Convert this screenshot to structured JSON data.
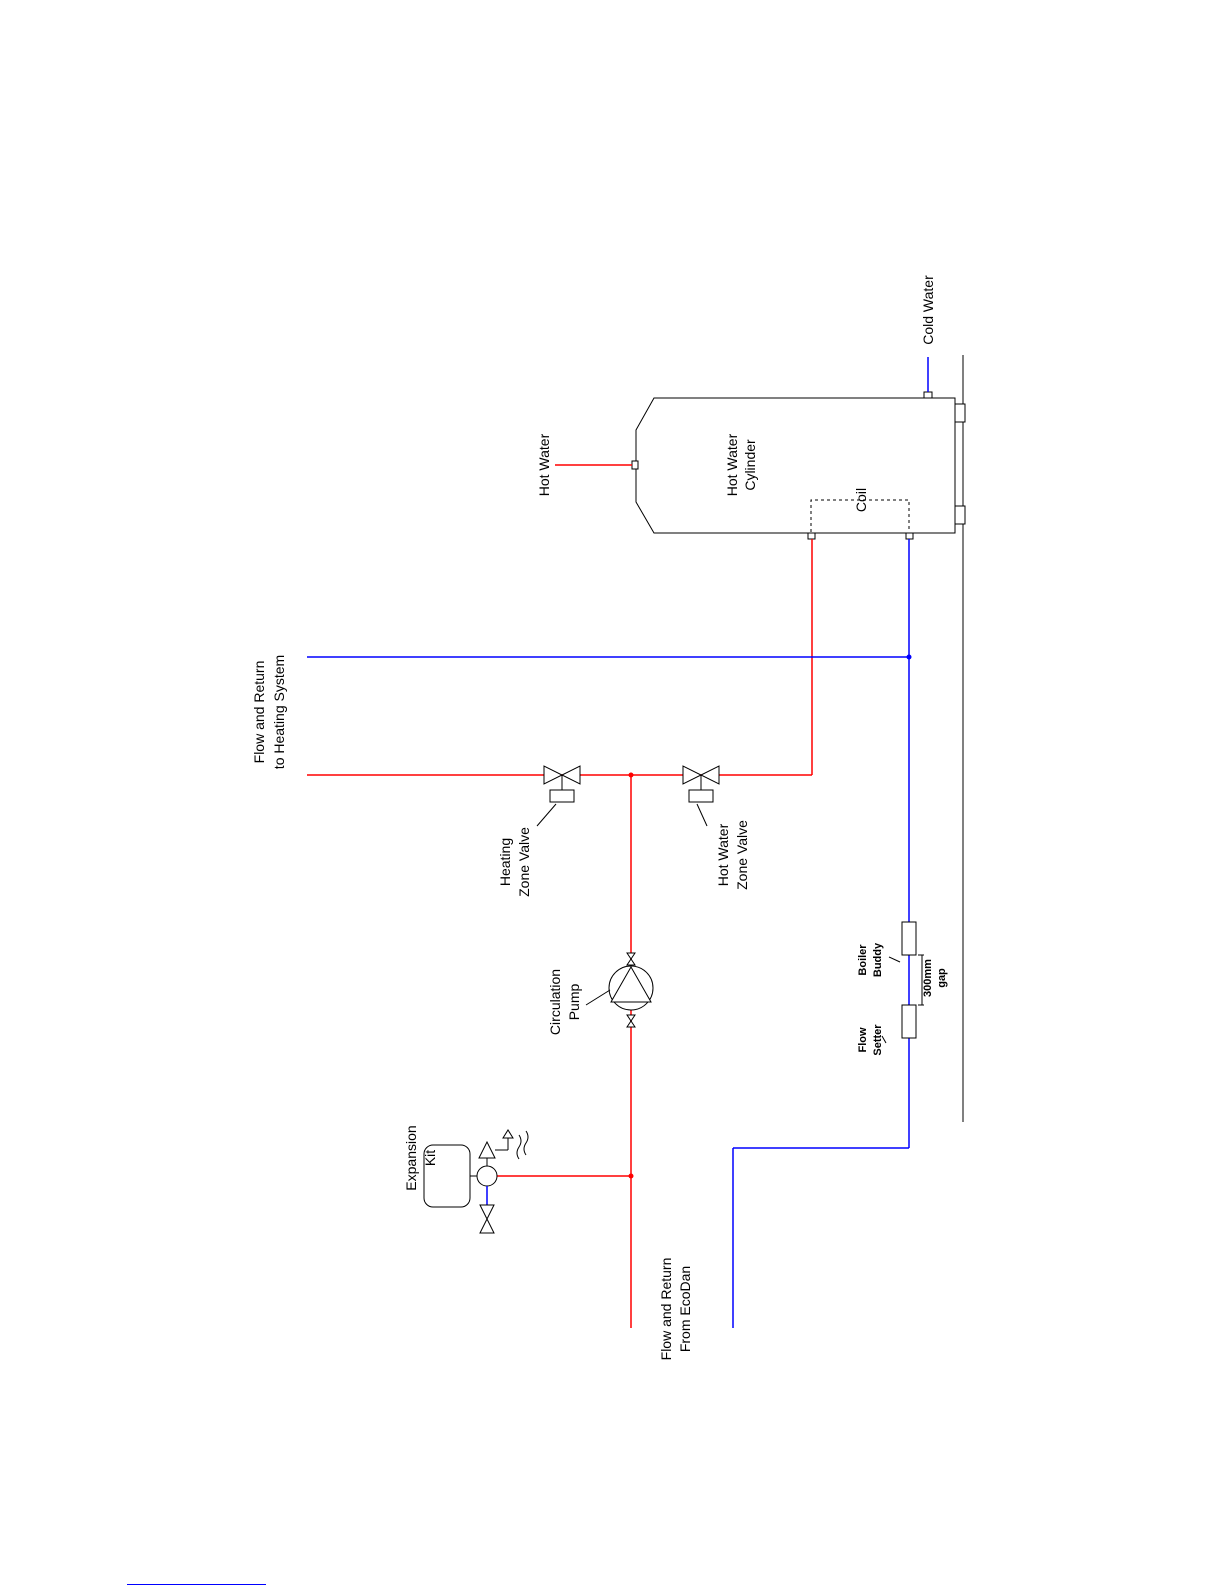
{
  "colors": {
    "flow": "#ff0000",
    "return": "#0000ff",
    "outline": "#000000",
    "footer_rule": "#0000ff"
  },
  "labels": {
    "hot_water": "Hot Water",
    "cold_water": "Cold Water",
    "cylinder_line1": "Hot Water",
    "cylinder_line2": "Cylinder",
    "coil": "Coil",
    "heating_system_line1": "Flow and Return",
    "heating_system_line2": "to Heating System",
    "heating_zone_valve_line1": "Heating",
    "heating_zone_valve_line2": "Zone Valve",
    "hot_water_zone_valve_line1": "Hot Water",
    "hot_water_zone_valve_line2": "Zone Valve",
    "circulation_pump_line1": "Circulation",
    "circulation_pump_line2": "Pump",
    "expansion_kit_line1": "Expansion",
    "expansion_kit_line2": "Kit",
    "ecodan_line1": "Flow and Return",
    "ecodan_line2": "From EcoDan",
    "boiler_buddy_line1": "Boiler",
    "boiler_buddy_line2": "Buddy",
    "flow_setter_line1": "Flow",
    "flow_setter_line2": "Setter",
    "gap_line1": "300mm",
    "gap_line2": "gap"
  },
  "icons": [
    "zone-valve-icon",
    "circulation-pump-icon",
    "expansion-vessel-icon",
    "relief-valve-icon",
    "isolation-valve-icon",
    "in-line-device-icon"
  ]
}
